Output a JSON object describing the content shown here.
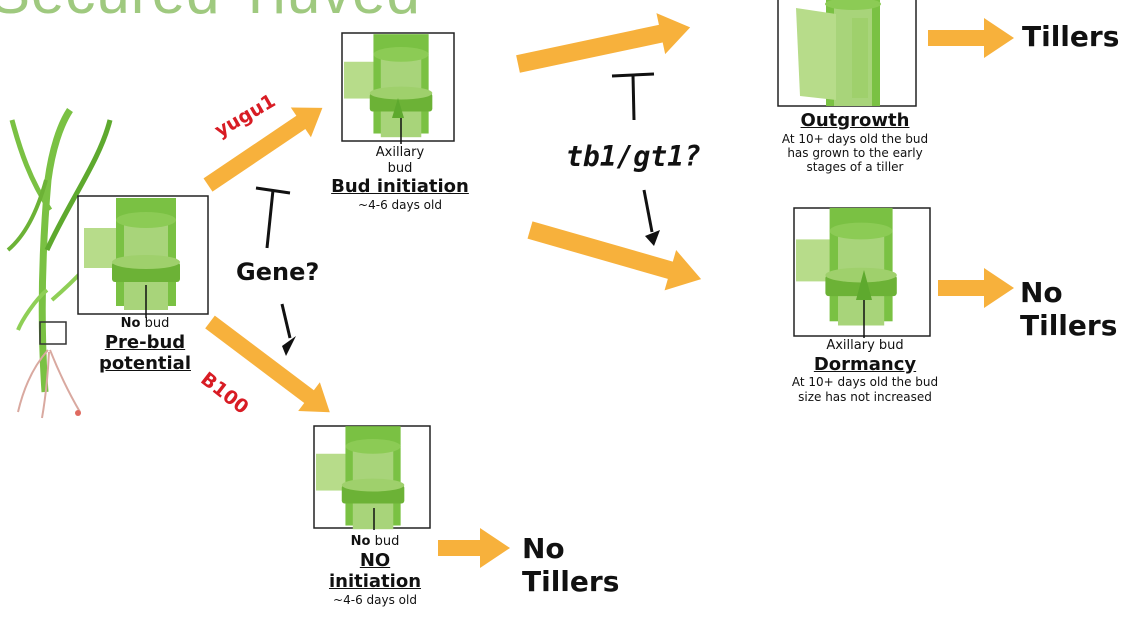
{
  "title_fragment": "Secured Tiuved",
  "panels": {
    "pre_bud": {
      "label_small": "No bud",
      "label_bold_word": "No",
      "title_line1": "Pre-bud",
      "title_line2": "potential"
    },
    "bud_initiation": {
      "label_line1": "Axillary",
      "label_line2": "bud",
      "title": "Bud initiation",
      "age": "~4-6 days old"
    },
    "no_initiation": {
      "label_bold_word": "No",
      "label_rest": " bud",
      "title_line1": "NO",
      "title_line2": "initiation",
      "age": "~4-6 days old"
    },
    "outgrowth": {
      "title": "Outgrowth",
      "note_line1": "At 10+ days old the bud",
      "note_line2": "has grown to the early",
      "note_line3": "stages of a tiller"
    },
    "dormancy": {
      "label": "Axillary bud",
      "title": "Dormancy",
      "note_line1": "At 10+ days old the bud",
      "note_line2": "size has not increased"
    }
  },
  "regulators": {
    "yugu1": "yugu1",
    "b100": "B100",
    "gene": "Gene?",
    "tb1_gt1": "tb1/gt1?"
  },
  "outcomes": {
    "tillers": "Tillers",
    "no_tillers_dormancy_line1": "No",
    "no_tillers_dormancy_line2": "Tillers",
    "no_tillers_initiation_line1": "No",
    "no_tillers_initiation_line2": "Tillers"
  },
  "colors": {
    "arrow_orange": "#f7b13c",
    "stem_green": "#7ac143",
    "stem_light": "#b7dc8a",
    "label_red": "#d81c24",
    "title_green": "#9fc97f"
  }
}
